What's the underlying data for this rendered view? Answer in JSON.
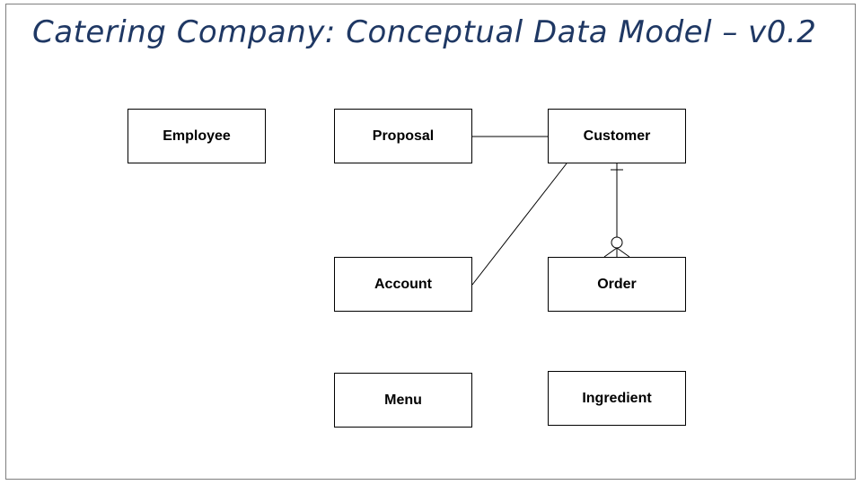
{
  "title": "Catering Company: Conceptual Data Model – v0.2",
  "colors": {
    "title": "#1f3864",
    "line": "#000000",
    "border": "#7f7f7f"
  },
  "entities": {
    "employee": "Employee",
    "proposal": "Proposal",
    "customer": "Customer",
    "account": "Account",
    "order": "Order",
    "menu": "Menu",
    "ingredient": "Ingredient"
  },
  "relationships": [
    {
      "from": "Proposal",
      "to": "Customer",
      "notation": "plain"
    },
    {
      "from": "Account",
      "to": "Customer",
      "notation": "plain"
    },
    {
      "from": "Customer",
      "to": "Order",
      "notation": "one-to-zero-or-many"
    }
  ]
}
